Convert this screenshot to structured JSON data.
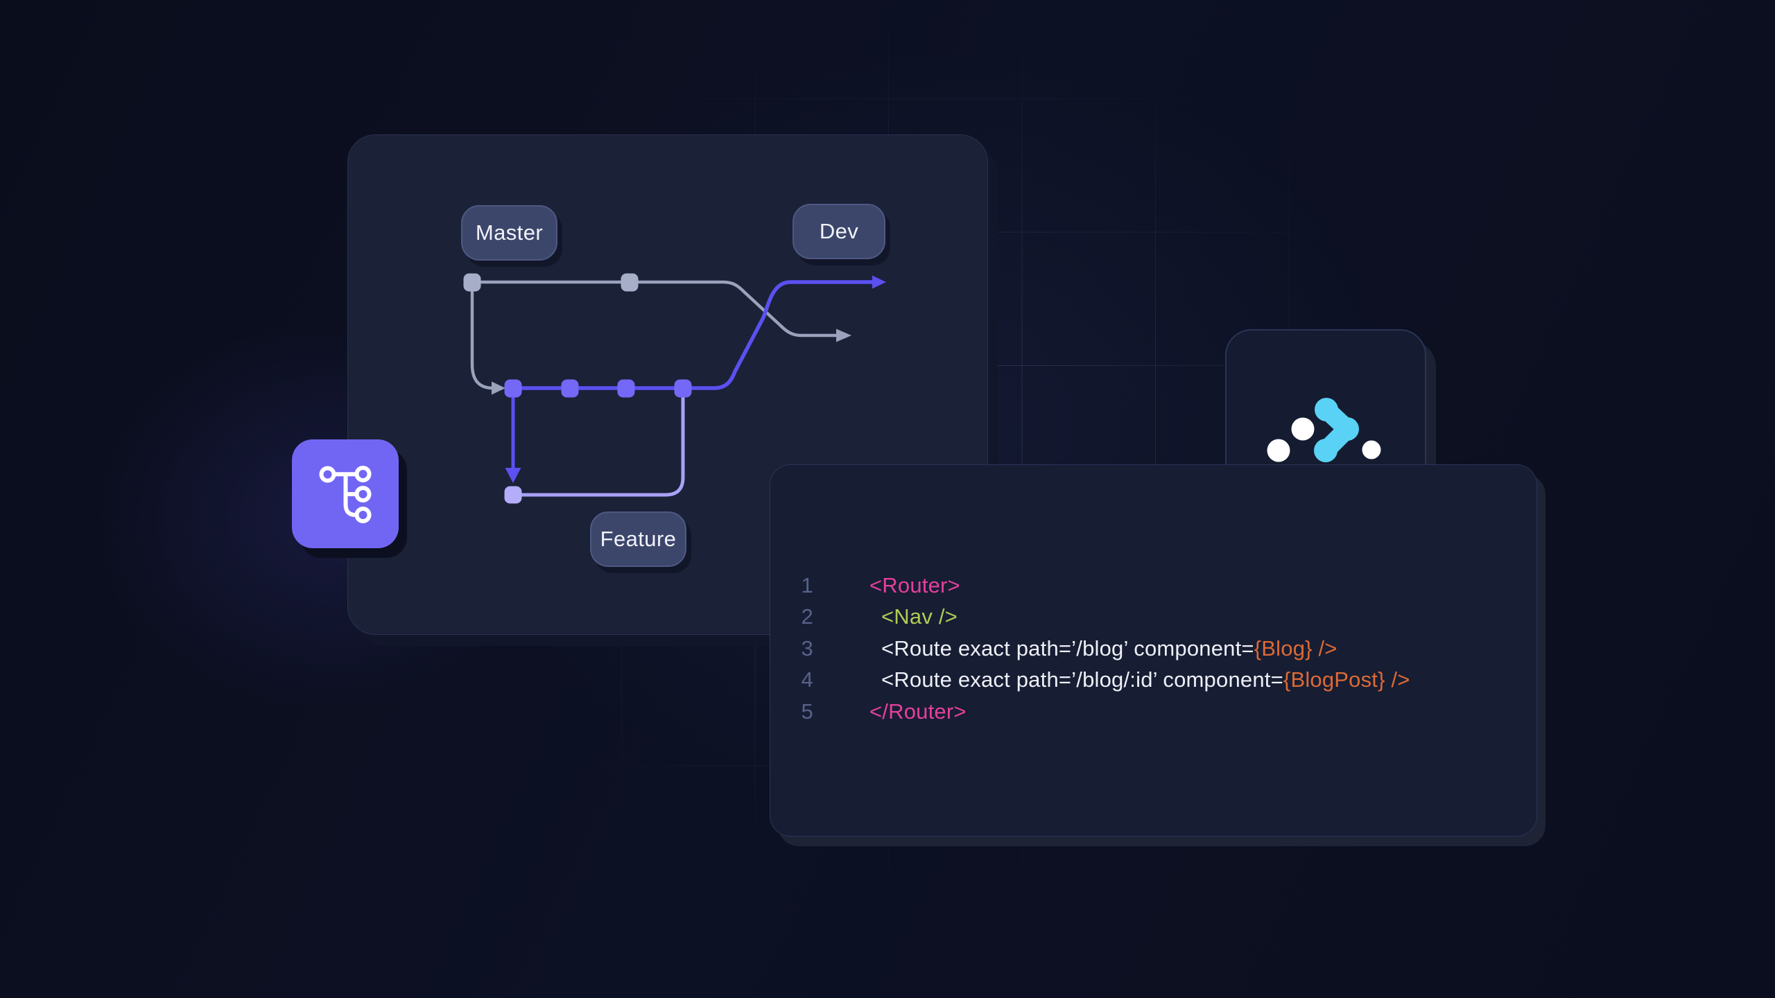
{
  "colors": {
    "background": "#0a0d1b",
    "grid_line": "#969ed7",
    "diagram_card_bg": "#1b2137",
    "code_card_bg": "#171d33",
    "logo_card_bg": "#151b30",
    "badge_bg": "#3c466b",
    "accent_purple_card": "#7166f3",
    "git_gray": "#9aa2bc",
    "git_gray_node": "#a7aec8",
    "git_purple": "#5b50f0",
    "git_purple_node": "#7468f6",
    "git_light_purple": "#a9a2f8",
    "git_light_purple_node": "#b3adfa",
    "code_pink": "#e5409c",
    "code_lime": "#b2cb55",
    "code_white": "#eef0f6",
    "code_orange": "#dd6a35",
    "line_number": "#57628c",
    "logo_cyan": "#59d2f5",
    "logo_white": "#ffffff"
  },
  "diagram": {
    "labels": {
      "master": "Master",
      "dev": "Dev",
      "feature": "Feature"
    },
    "branches": [
      "Master",
      "Dev",
      "Feature"
    ],
    "commit_counts": {
      "master": 2,
      "dev": 4,
      "feature": 1
    }
  },
  "icons": {
    "branch_card_icon": "git-branch-icon",
    "logo_card_icon": "react-router-logo",
    "arrow_icons": [
      "gray-merge-arrow",
      "purple-merge-arrow",
      "gray-branch-arrow",
      "purple-down-arrow"
    ]
  },
  "code": {
    "lines": [
      {
        "num": "1",
        "seg1": "<Router>",
        "seg2": ""
      },
      {
        "num": "2",
        "seg1": "<Nav />",
        "seg2": ""
      },
      {
        "num": "3",
        "seg1": "<Route exact path=’/blog’ component=",
        "seg2": "{Blog} />"
      },
      {
        "num": "4",
        "seg1": "<Route exact path=’/blog/:id’ component=",
        "seg2": "{BlogPost} />"
      },
      {
        "num": "5",
        "seg1": "</Router>",
        "seg2": ""
      }
    ]
  }
}
